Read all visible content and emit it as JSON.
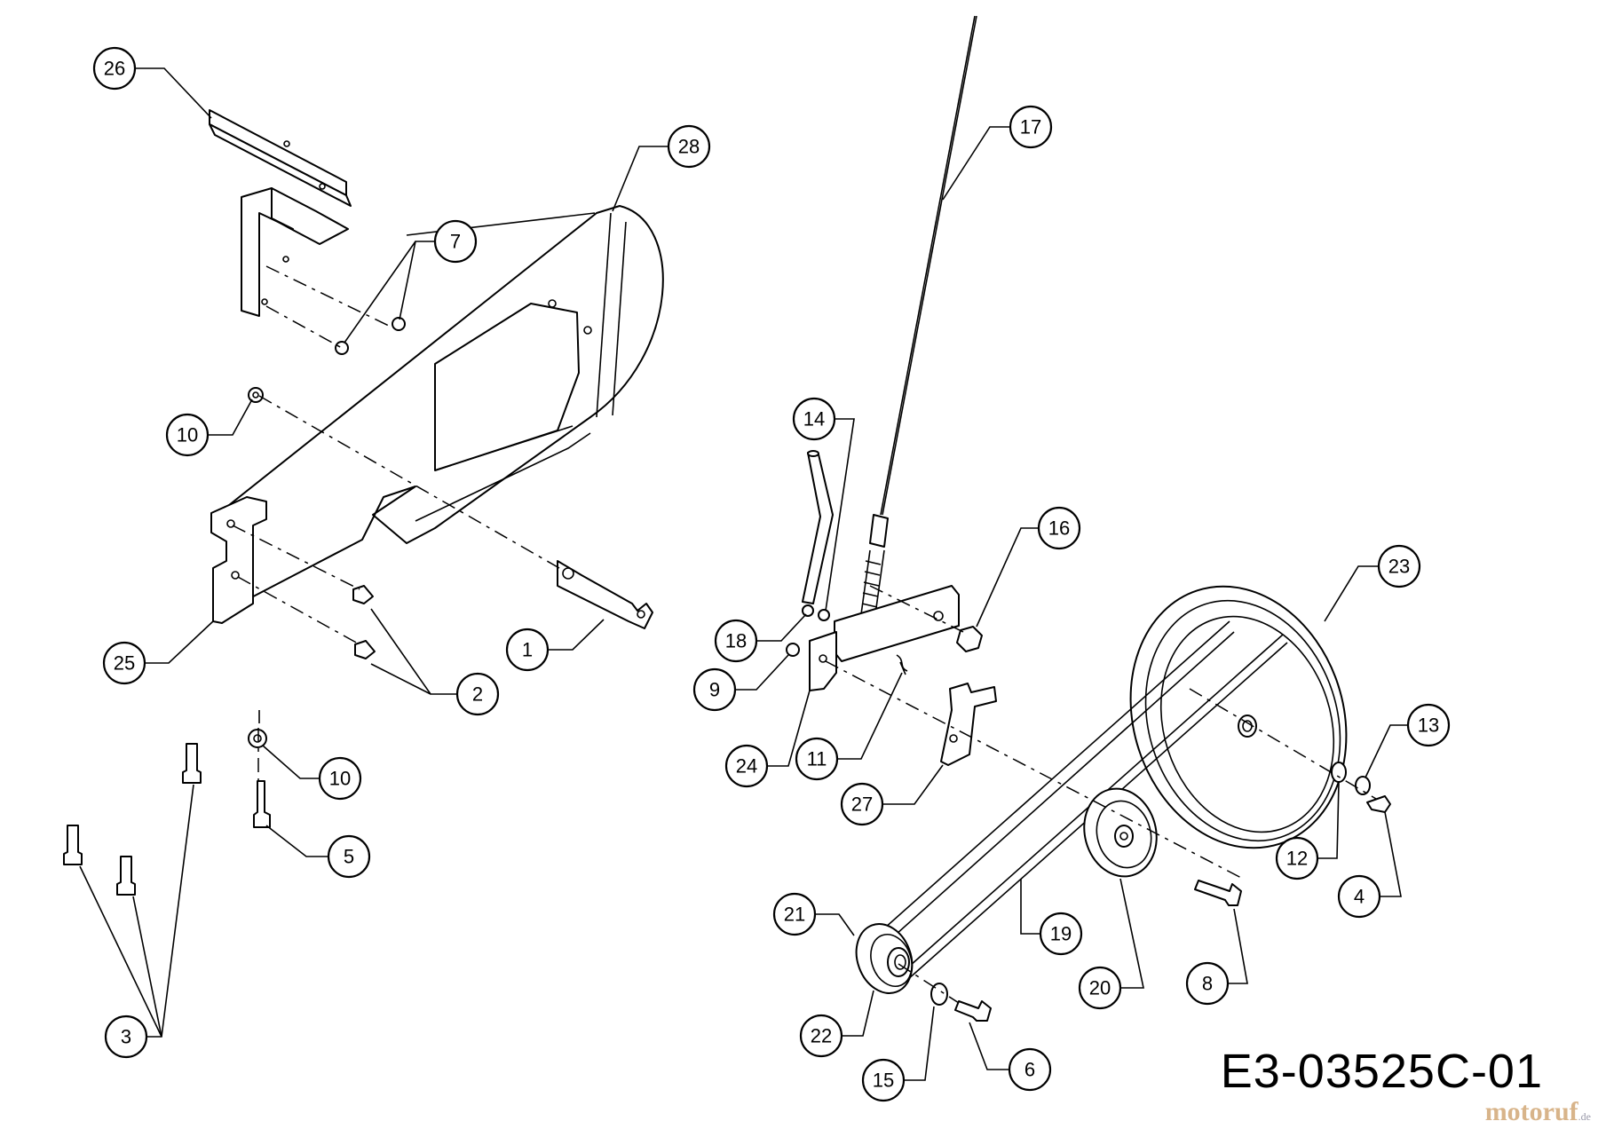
{
  "drawing_number": "E3-03525C-01",
  "watermark": {
    "text": "motoruf",
    "suffix": ".de"
  },
  "callouts": [
    {
      "id": "26",
      "label": "26"
    },
    {
      "id": "28",
      "label": "28"
    },
    {
      "id": "7",
      "label": "7"
    },
    {
      "id": "17",
      "label": "17"
    },
    {
      "id": "10a",
      "label": "10"
    },
    {
      "id": "14",
      "label": "14"
    },
    {
      "id": "16",
      "label": "16"
    },
    {
      "id": "23",
      "label": "23"
    },
    {
      "id": "1",
      "label": "1"
    },
    {
      "id": "18",
      "label": "18"
    },
    {
      "id": "25",
      "label": "25"
    },
    {
      "id": "2",
      "label": "2"
    },
    {
      "id": "9",
      "label": "9"
    },
    {
      "id": "13",
      "label": "13"
    },
    {
      "id": "24",
      "label": "24"
    },
    {
      "id": "11",
      "label": "11"
    },
    {
      "id": "10b",
      "label": "10"
    },
    {
      "id": "27",
      "label": "27"
    },
    {
      "id": "12",
      "label": "12"
    },
    {
      "id": "5",
      "label": "5"
    },
    {
      "id": "4",
      "label": "4"
    },
    {
      "id": "21",
      "label": "21"
    },
    {
      "id": "19",
      "label": "19"
    },
    {
      "id": "8",
      "label": "8"
    },
    {
      "id": "20",
      "label": "20"
    },
    {
      "id": "22",
      "label": "22"
    },
    {
      "id": "3",
      "label": "3"
    },
    {
      "id": "15",
      "label": "15"
    },
    {
      "id": "6",
      "label": "6"
    }
  ]
}
